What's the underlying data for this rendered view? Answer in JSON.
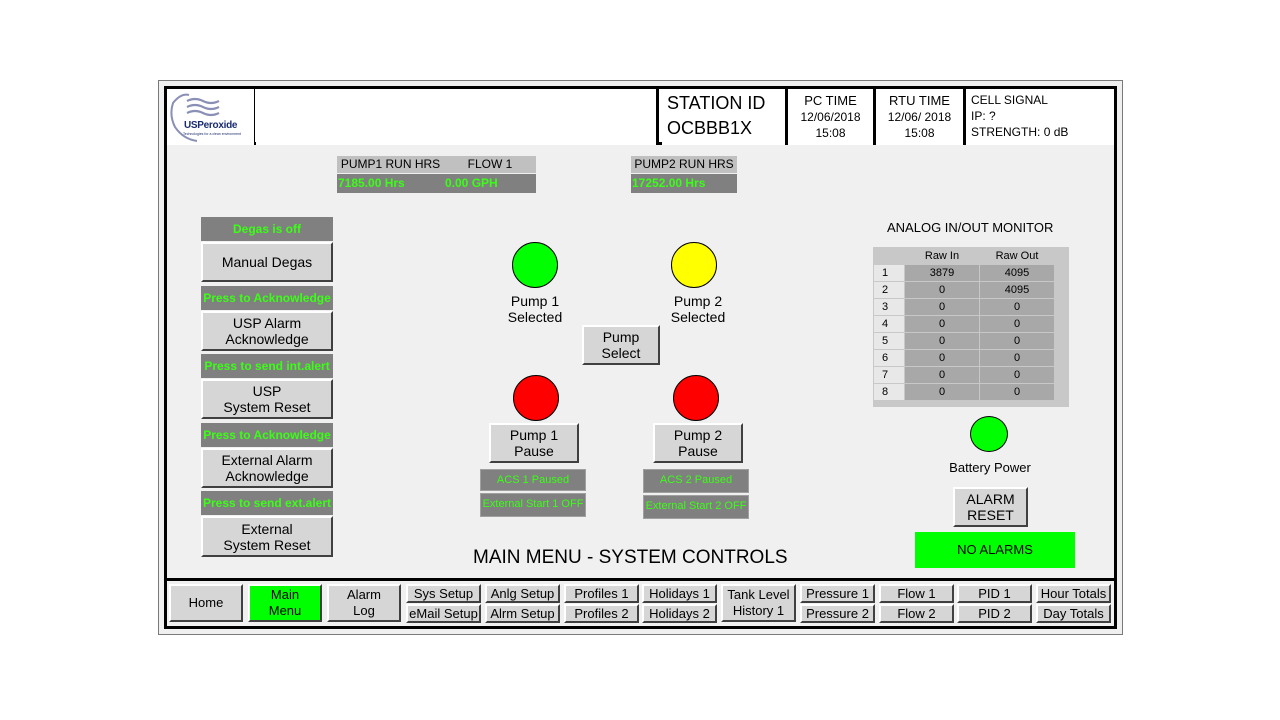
{
  "header": {
    "logo_text": "USPeroxide",
    "logo_tagline": "Technologies for a clean environment",
    "station_label": "STATION ID",
    "station_id": "OCBBB1X",
    "pc_time_label": "PC TIME",
    "pc_date": "12/06/2018",
    "pc_time": "15:08",
    "rtu_time_label": "RTU TIME",
    "rtu_date": "12/06/ 2018",
    "rtu_time": "15:08",
    "cell_label": "CELL SIGNAL",
    "ip_label": "IP: ?",
    "strength_label": "STRENGTH:",
    "strength_value": "0 dB"
  },
  "counters": {
    "pump1_label": "PUMP1  RUN HRS",
    "pump1_value": "7185.00 Hrs",
    "flow1_label": "FLOW 1",
    "flow1_value": "0.00 GPH",
    "pump2_label": "PUMP2  RUN HRS",
    "pump2_value": "17252.00 Hrs"
  },
  "left_controls": {
    "degas_status": "Degas is off",
    "manual_degas": "Manual Degas",
    "ack_status_1": "Press to Acknowledge",
    "usp_alarm_ack_l1": "USP Alarm",
    "usp_alarm_ack_l2": "Acknowledge",
    "send_int_status": "Press to send int.alert",
    "usp_reset_l1": "USP",
    "usp_reset_l2": "System Reset",
    "ack_status_2": "Press to Acknowledge",
    "ext_alarm_ack_l1": "External Alarm",
    "ext_alarm_ack_l2": "Acknowledge",
    "send_ext_status": "Press to send ext.alert",
    "ext_reset_l1": "External",
    "ext_reset_l2": "System Reset"
  },
  "pumps": {
    "pump1_sel_l1": "Pump 1",
    "pump1_sel_l2": "Selected",
    "pump2_sel_l1": "Pump 2",
    "pump2_sel_l2": "Selected",
    "pump_select_l1": "Pump",
    "pump_select_l2": "Select",
    "pump1_pause_l1": "Pump 1",
    "pump1_pause_l2": "Pause",
    "pump2_pause_l1": "Pump 2",
    "pump2_pause_l2": "Pause",
    "acs1": "ACS 1 Paused",
    "ext_start1": "External Start 1 OFF",
    "acs2": "ACS 2 Paused",
    "ext_start2": "External Start 2 OFF",
    "colors": {
      "pump1_selected": "#00ff00",
      "pump2_selected": "#ffff00",
      "pump1_pause": "#ff0000",
      "pump2_pause": "#ff0000"
    }
  },
  "analog": {
    "title": "ANALOG IN/OUT MONITOR",
    "col_in": "Raw  In",
    "col_out": "Raw Out",
    "rows": [
      {
        "idx": "1",
        "in": "3879",
        "out": "4095"
      },
      {
        "idx": "2",
        "in": "0",
        "out": "4095"
      },
      {
        "idx": "3",
        "in": "0",
        "out": "0"
      },
      {
        "idx": "4",
        "in": "0",
        "out": "0"
      },
      {
        "idx": "5",
        "in": "0",
        "out": "0"
      },
      {
        "idx": "6",
        "in": "0",
        "out": "0"
      },
      {
        "idx": "7",
        "in": "0",
        "out": "0"
      },
      {
        "idx": "8",
        "in": "0",
        "out": "0"
      }
    ]
  },
  "battery": {
    "label": "Battery Power",
    "color": "#00ff00"
  },
  "alarm": {
    "reset_l1": "ALARM",
    "reset_l2": "RESET",
    "status": "NO ALARMS",
    "status_color": "#00ff00"
  },
  "screen_title": "MAIN MENU - SYSTEM CONTROLS",
  "nav": {
    "home": "Home",
    "main_l1": "Main",
    "main_l2": "Menu",
    "alarm_l1": "Alarm",
    "alarm_l2": "Log",
    "sys_setup": "Sys Setup",
    "email_setup": "eMail Setup",
    "anlg_setup": "Anlg Setup",
    "alrm_setup": "Alrm Setup",
    "profiles1": "Profiles 1",
    "profiles2": "Profiles 2",
    "holidays1": "Holidays 1",
    "holidays2": "Holidays 2",
    "tank_l1": "Tank Level",
    "tank_l2": "History 1",
    "pressure1": "Pressure 1",
    "pressure2": "Pressure 2",
    "flow1": "Flow 1",
    "flow2": "Flow 2",
    "pid1": "PID 1",
    "pid2": "PID 2",
    "hour_totals": "Hour Totals",
    "day_totals": "Day Totals",
    "active_color": "#00ff00"
  }
}
